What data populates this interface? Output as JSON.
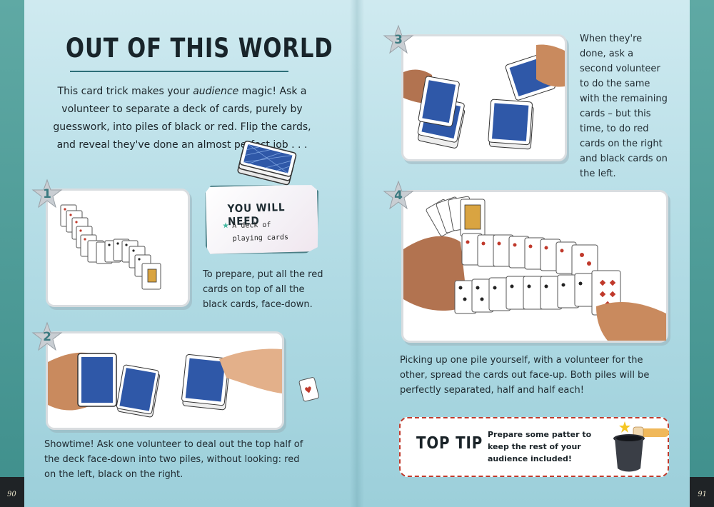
{
  "page": {
    "title": "OUT OF THIS WORLD",
    "intro_line1_pre": "This card trick makes your ",
    "intro_line1_em": "audience",
    "intro_line1_post": " magic!",
    "intro_rest": "Ask a volunteer to separate a deck of cards, purely by guesswork, into piles of black or red. Flip the cards, and reveal they've done an almost perfect job . . ."
  },
  "you_will_need": {
    "heading": "YOU WILL NEED",
    "item": "A deck of playing cards"
  },
  "steps": [
    {
      "number": "1",
      "text": "To prepare, put all the red cards on top of all the black cards, face-down."
    },
    {
      "number": "2",
      "text": "Showtime! Ask one volunteer to deal out the top half of the deck face-down into two piles, without looking: red on the left, black on the right."
    },
    {
      "number": "3",
      "text": "When they're done, ask a second volunteer to do the same with the remaining cards – but this time, to do red cards on the right and black cards on the left."
    },
    {
      "number": "4",
      "text": "Picking up one pile yourself, with a volunteer for the other, spread the cards out face-up. Both piles will be perfectly separated, half and half each!"
    }
  ],
  "top_tip": {
    "title": "TOP TIP",
    "text": "Prepare some patter to keep the rest of your audience included!"
  },
  "page_numbers": {
    "left": "90",
    "right": "91"
  },
  "colors": {
    "card_back": "#2f58a8",
    "accent_teal": "#3b7a80",
    "tip_border": "#c0392b"
  }
}
